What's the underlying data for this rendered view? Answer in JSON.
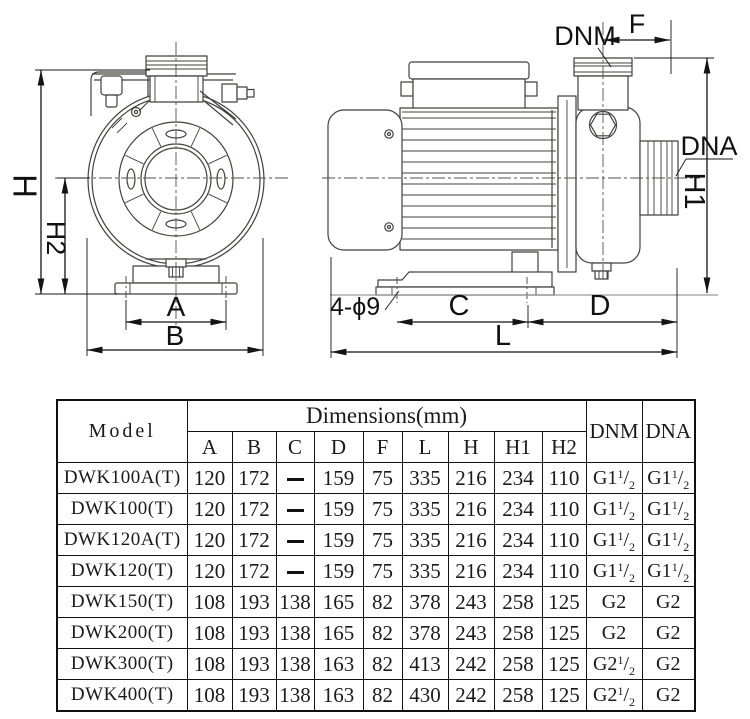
{
  "drawing": {
    "front_view": {
      "labels": {
        "h": "H",
        "h2": "H2",
        "a": "A",
        "b": "B"
      }
    },
    "side_view": {
      "labels": {
        "dnm": "DNM",
        "f": "F",
        "dna": "DNA",
        "h1": "H1",
        "mounting_holes": "4-ϕ9",
        "c": "C",
        "d": "D",
        "l": "L"
      }
    }
  },
  "table": {
    "model_header": "Model",
    "dimensions_header": "Dimensions(mm)",
    "dim_columns": [
      "A",
      "B",
      "C",
      "D",
      "F",
      "L",
      "H",
      "H1",
      "H2"
    ],
    "dnm_header": "DNM",
    "dna_header": "DNA",
    "rows": [
      {
        "model": "DWK100A(T)",
        "values": [
          "120",
          "172",
          "—",
          "159",
          "75",
          "335",
          "216",
          "234",
          "110"
        ],
        "dnm": "G1½",
        "dna": "G1½"
      },
      {
        "model": "DWK100(T)",
        "values": [
          "120",
          "172",
          "—",
          "159",
          "75",
          "335",
          "216",
          "234",
          "110"
        ],
        "dnm": "G1½",
        "dna": "G1½"
      },
      {
        "model": "DWK120A(T)",
        "values": [
          "120",
          "172",
          "—",
          "159",
          "75",
          "335",
          "216",
          "234",
          "110"
        ],
        "dnm": "G1½",
        "dna": "G1½"
      },
      {
        "model": "DWK120(T)",
        "values": [
          "120",
          "172",
          "—",
          "159",
          "75",
          "335",
          "216",
          "234",
          "110"
        ],
        "dnm": "G1½",
        "dna": "G1½"
      },
      {
        "model": "DWK150(T)",
        "values": [
          "108",
          "193",
          "138",
          "165",
          "82",
          "378",
          "243",
          "258",
          "125"
        ],
        "dnm": "G2",
        "dna": "G2"
      },
      {
        "model": "DWK200(T)",
        "values": [
          "108",
          "193",
          "138",
          "165",
          "82",
          "378",
          "243",
          "258",
          "125"
        ],
        "dnm": "G2",
        "dna": "G2"
      },
      {
        "model": "DWK300(T)",
        "values": [
          "108",
          "193",
          "138",
          "163",
          "82",
          "413",
          "242",
          "258",
          "125"
        ],
        "dnm": "G2½",
        "dna": "G2"
      },
      {
        "model": "DWK400(T)",
        "values": [
          "108",
          "193",
          "138",
          "163",
          "82",
          "430",
          "242",
          "258",
          "125"
        ],
        "dnm": "G2½",
        "dna": "G2"
      }
    ]
  },
  "colors": {
    "line": "#44403c",
    "dim": "#141414",
    "ground": "#9a9a9a",
    "text": "#111111"
  }
}
